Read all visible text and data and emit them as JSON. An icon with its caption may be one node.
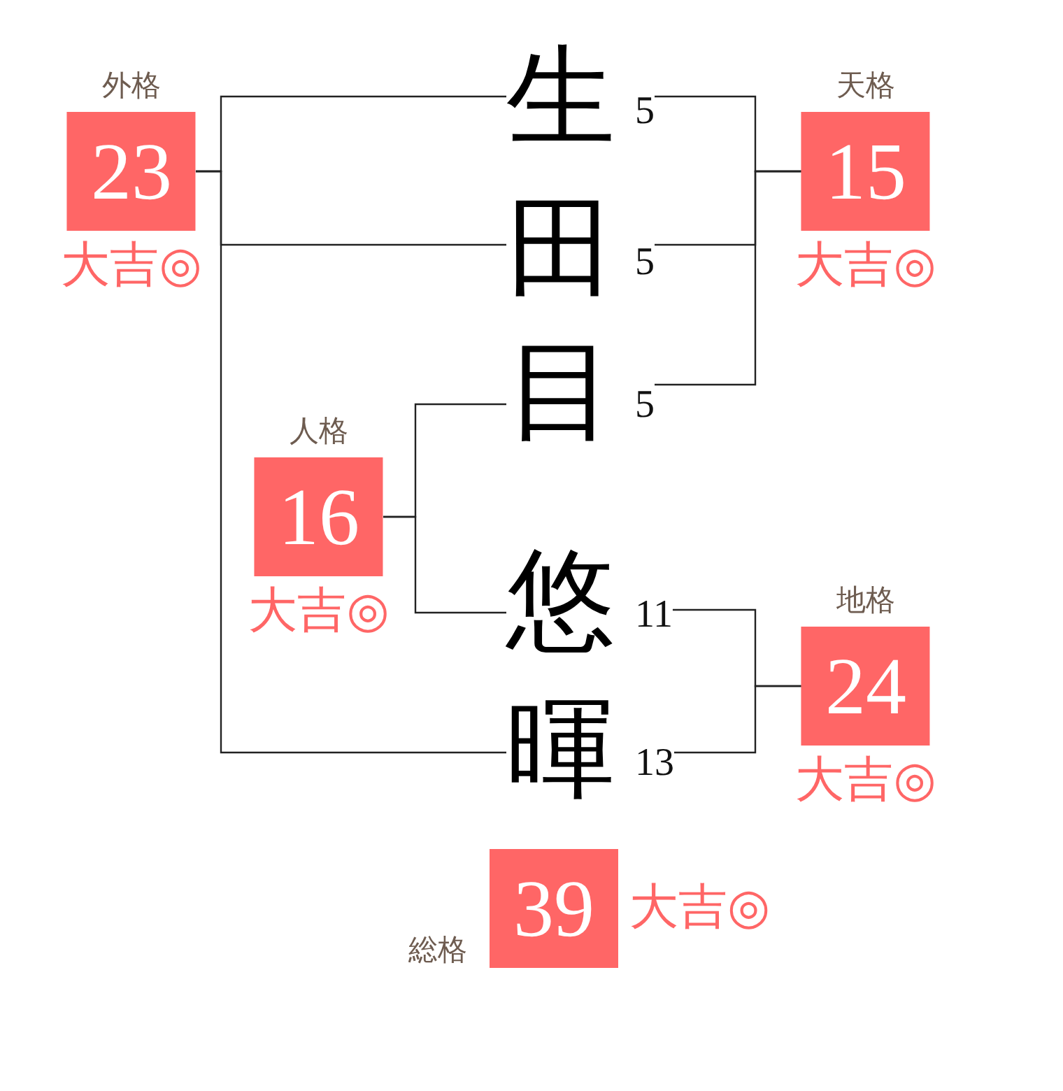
{
  "diagram": {
    "nodes": [
      {
        "text": [
          "外格",
          "23"
        ],
        "beside": [
          "大吉◎"
        ]
      },
      {
        "text": [
          "生",
          "5"
        ]
      },
      {
        "text": [
          "天格",
          "15"
        ],
        "beside": [
          "大吉◎"
        ]
      },
      {
        "text": [
          "田",
          "5"
        ]
      },
      {
        "text": [
          "目",
          "5"
        ]
      },
      {
        "text": [
          "人格",
          "16"
        ],
        "beside": [
          "大吉◎"
        ]
      },
      {
        "text": [
          "悠",
          "11"
        ]
      },
      {
        "text": [
          "地格",
          "24"
        ],
        "beside": [
          "大吉◎"
        ]
      },
      {
        "text": [
          "暉",
          "13"
        ]
      },
      {
        "text": [
          "総格",
          "39"
        ],
        "beside": [
          "大吉◎"
        ]
      }
    ],
    "edges": [
      {
        "from": 1,
        "to": 0,
        "arrow": "none"
      },
      {
        "from": 3,
        "to": 0,
        "arrow": "none"
      },
      {
        "from": 8,
        "to": 0,
        "arrow": "none"
      },
      {
        "from": 1,
        "to": 2,
        "arrow": "none"
      },
      {
        "from": 3,
        "to": 2,
        "arrow": "none"
      },
      {
        "from": 4,
        "to": 2,
        "arrow": "none"
      },
      {
        "from": 4,
        "to": 5,
        "arrow": "none"
      },
      {
        "from": 6,
        "to": 5,
        "arrow": "none"
      },
      {
        "from": 6,
        "to": 7,
        "arrow": "none"
      },
      {
        "from": 8,
        "to": 7,
        "arrow": "none"
      }
    ]
  }
}
